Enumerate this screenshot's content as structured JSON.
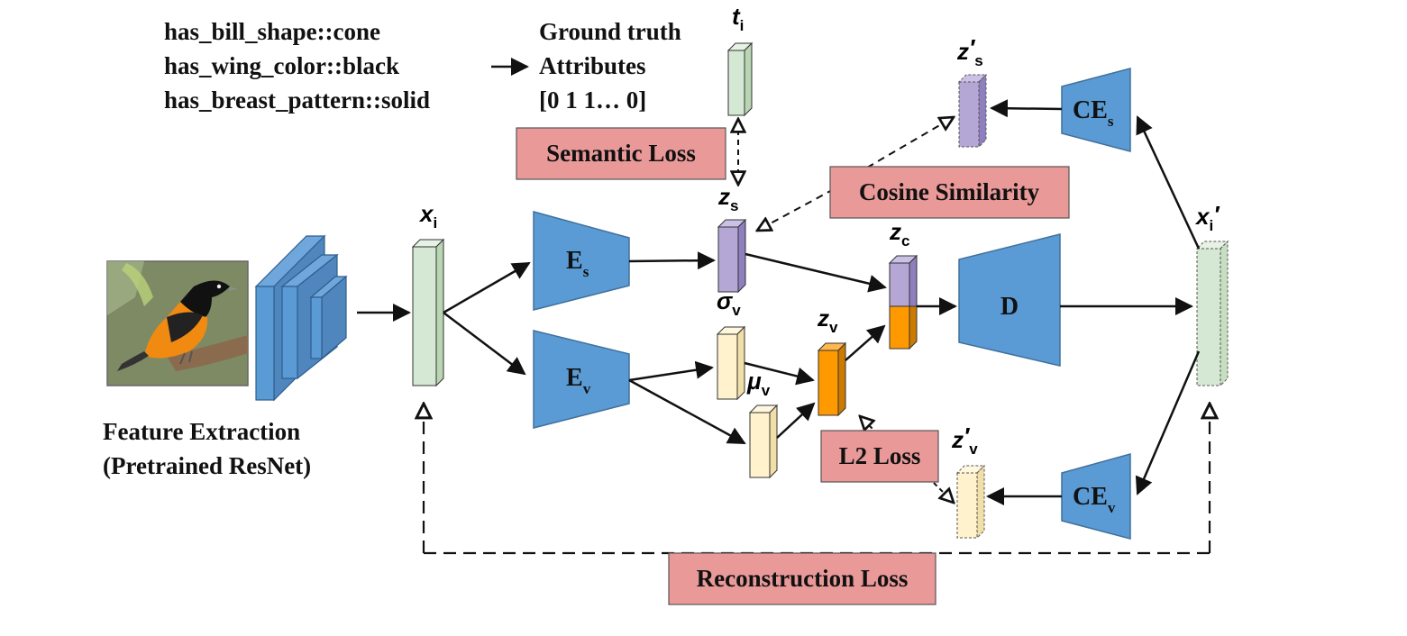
{
  "attributes": {
    "lines": [
      "has_bill_shape::cone",
      "has_wing_color::black",
      "has_breast_pattern::solid"
    ],
    "ground_truth": [
      "Ground truth",
      "Attributes",
      "[0 1 1… 0]"
    ]
  },
  "feature_extraction": {
    "line1": "Feature Extraction",
    "line2": "(Pretrained ResNet)",
    "image_icon": "bird-photo"
  },
  "variables": {
    "t": {
      "base": "t",
      "sub": "i",
      "prime": ""
    },
    "x": {
      "base": "x",
      "sub": "i",
      "prime": ""
    },
    "x_prime": {
      "base": "x",
      "sub": "i",
      "prime": "′"
    },
    "z_s": {
      "base": "z",
      "sub": "s",
      "prime": ""
    },
    "z_s_prime": {
      "base": "z",
      "sub": "s",
      "prime": "′"
    },
    "z_c": {
      "base": "z",
      "sub": "c",
      "prime": ""
    },
    "z_v": {
      "base": "z",
      "sub": "v",
      "prime": ""
    },
    "z_v_prime": {
      "base": "z",
      "sub": "v",
      "prime": "′"
    },
    "sigma_v": {
      "base": "σ",
      "sub": "v",
      "prime": ""
    },
    "mu_v": {
      "base": "μ",
      "sub": "v",
      "prime": ""
    }
  },
  "blocks": {
    "E_s": {
      "base": "E",
      "sub": "s"
    },
    "E_v": {
      "base": "E",
      "sub": "v"
    },
    "D": {
      "base": "D",
      "sub": ""
    },
    "CE_s": {
      "base": "CE",
      "sub": "s"
    },
    "CE_v": {
      "base": "CE",
      "sub": "v"
    }
  },
  "losses": {
    "semantic": "Semantic Loss",
    "cosine": "Cosine Similarity",
    "l2": "L2 Loss",
    "reconstruction": "Reconstruction Loss"
  },
  "colors": {
    "encoder_blue": "#5b9bd5",
    "encoder_stroke": "#41719c",
    "vector_green": "#d5e8d4",
    "vector_purple": "#b4a7d6",
    "vector_cream": "#fff2cc",
    "vector_orange": "#ff9900",
    "loss_pink": "#ea9999"
  }
}
